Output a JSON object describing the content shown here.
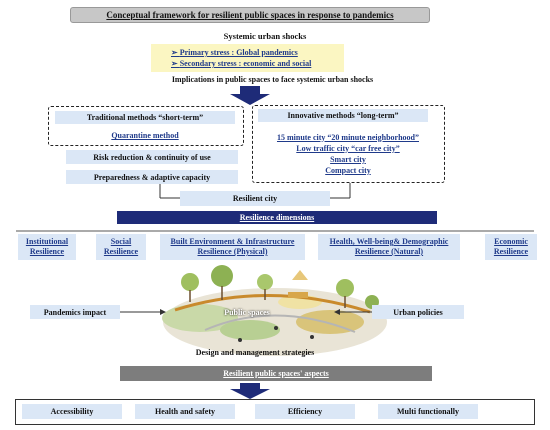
{
  "title": "Conceptual framework for resilient public spaces in response to pandemics",
  "systemic_shocks": "Systemic urban shocks",
  "stresses": [
    "Primary stress : Global pandemics",
    "Secondary stress : economic and social"
  ],
  "implications": "Implications in public spaces to face systemic urban shocks",
  "traditional": {
    "title": "Traditional methods “short-term”",
    "item": "Quarantine method"
  },
  "innovative": {
    "title": "Innovative methods “long-term”",
    "items": [
      "15 minute city “20 minute neighborhood”",
      "Low traffic city “car free city”",
      "Smart city",
      "Compact city"
    ]
  },
  "risk_reduction": "Risk reduction & continuity of use",
  "preparedness": "Preparedness & adaptive capacity",
  "resilient_city": "Resilient city",
  "resilience_dimensions": "Resilience dimensions",
  "dimensions": [
    {
      "line1": "Institutional",
      "line2": "Resilience"
    },
    {
      "line1": "Social",
      "line2": "Resilience"
    },
    {
      "line1": "Built Environment & Infrastructure",
      "line2": "Resilience (Physical)"
    },
    {
      "line1": "Health, Well-being& Demographic",
      "line2": "Resilience (Natural)"
    },
    {
      "line1": "Economic",
      "line2": "Resilience"
    }
  ],
  "pandemics_impact": "Pandemics impact",
  "public_spaces": "Public spaces",
  "urban_policies": "Urban policies",
  "design_strategies": "Design and management strategies",
  "aspects_title": "Resilient public spaces' aspects",
  "aspects": [
    "Accessibility",
    "Health and safety",
    "Efficiency",
    "Multi functionally"
  ],
  "colors": {
    "navy": "#1e2b78",
    "pale_blue": "#dbe7f6",
    "pale_yellow": "#fbf6c2",
    "link_blue": "#1f3a8a",
    "gray": "#c7c7c7"
  }
}
